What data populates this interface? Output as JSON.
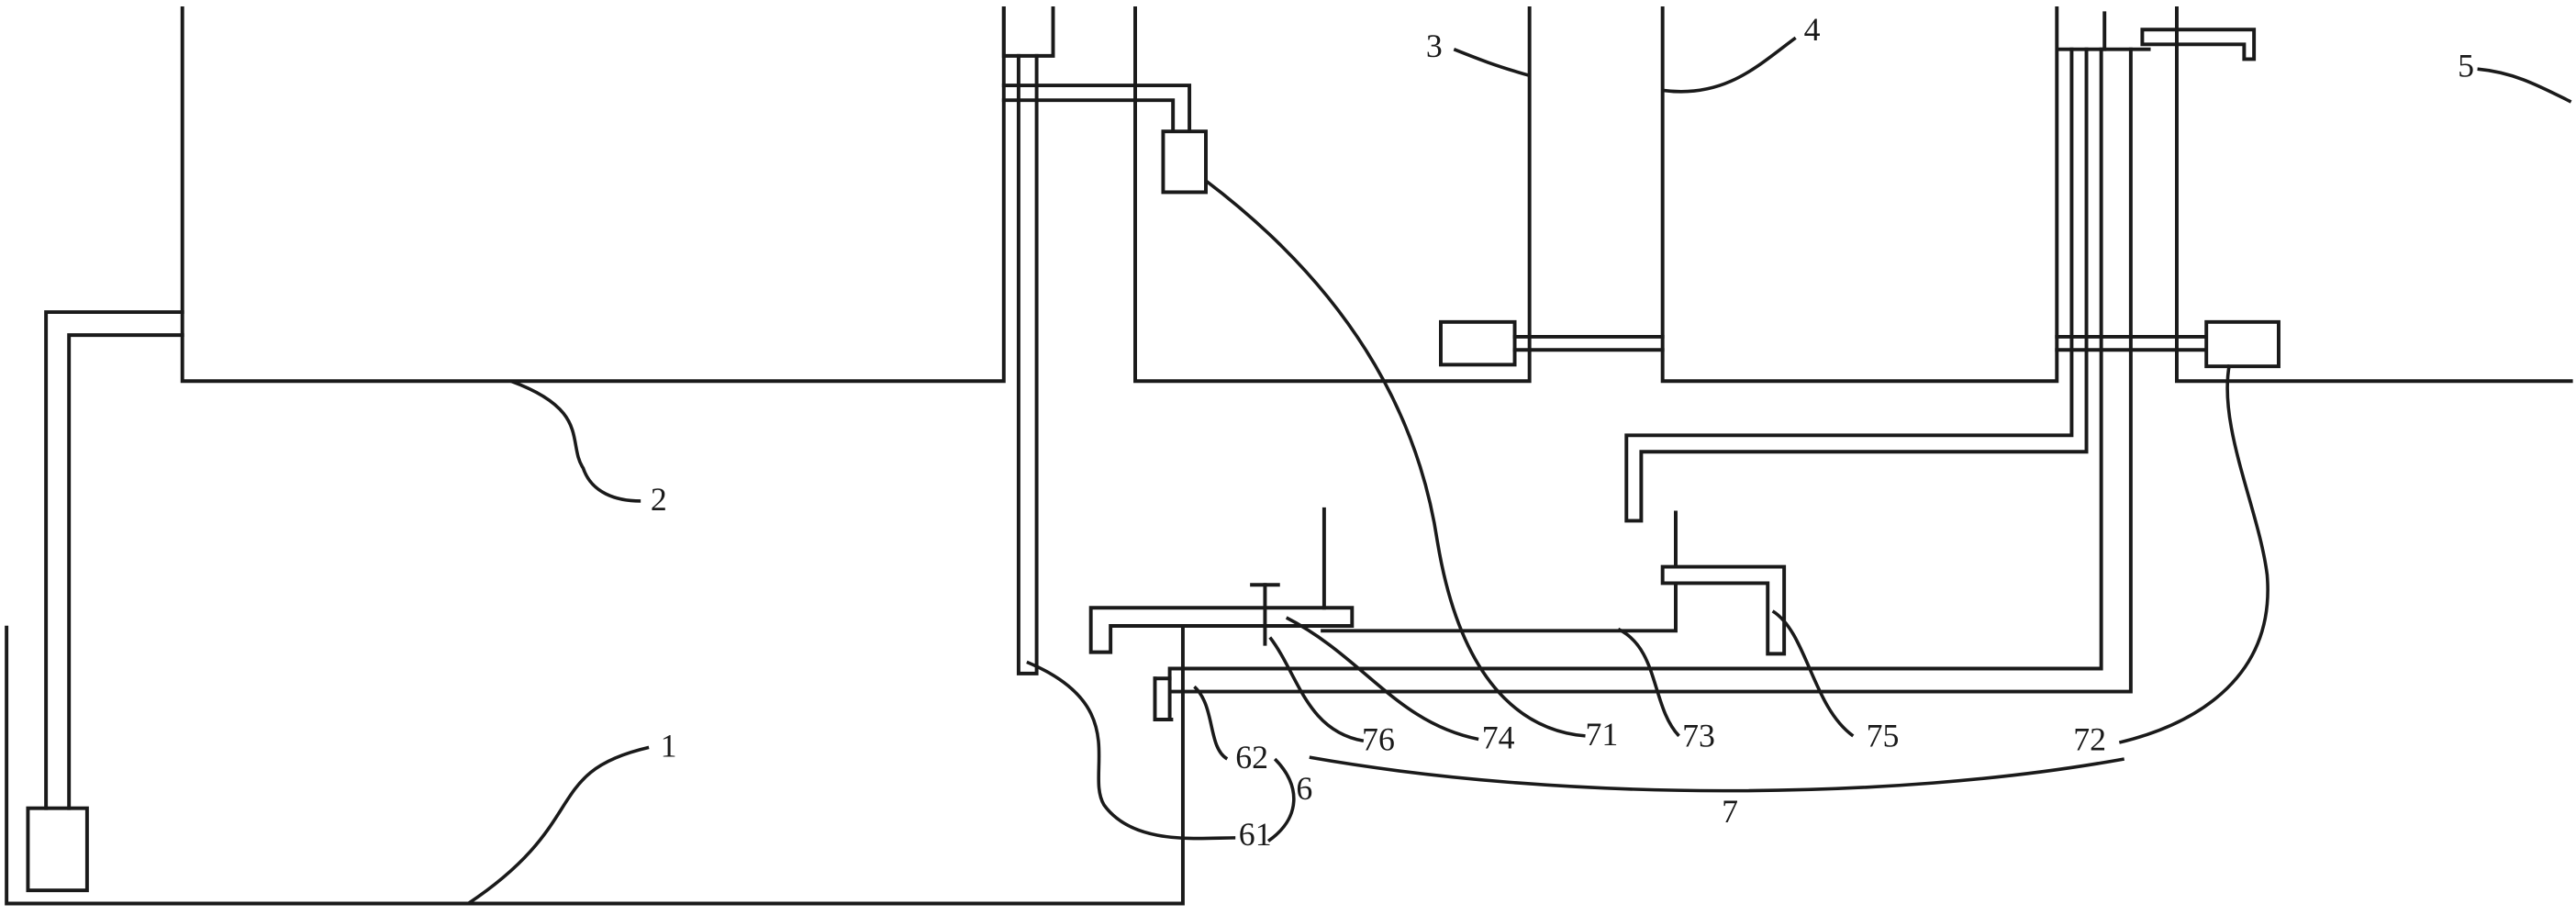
{
  "labels": {
    "l1": "1",
    "l2": "2",
    "l3": "3",
    "l4": "4",
    "l5": "5",
    "l6": "6",
    "l7": "7",
    "l61": "61",
    "l62": "62",
    "l71": "71",
    "l72": "72",
    "l73": "73",
    "l74": "74",
    "l75": "75",
    "l76": "76"
  },
  "colors": {
    "stroke": "#1a1a1a",
    "background": "#ffffff"
  }
}
